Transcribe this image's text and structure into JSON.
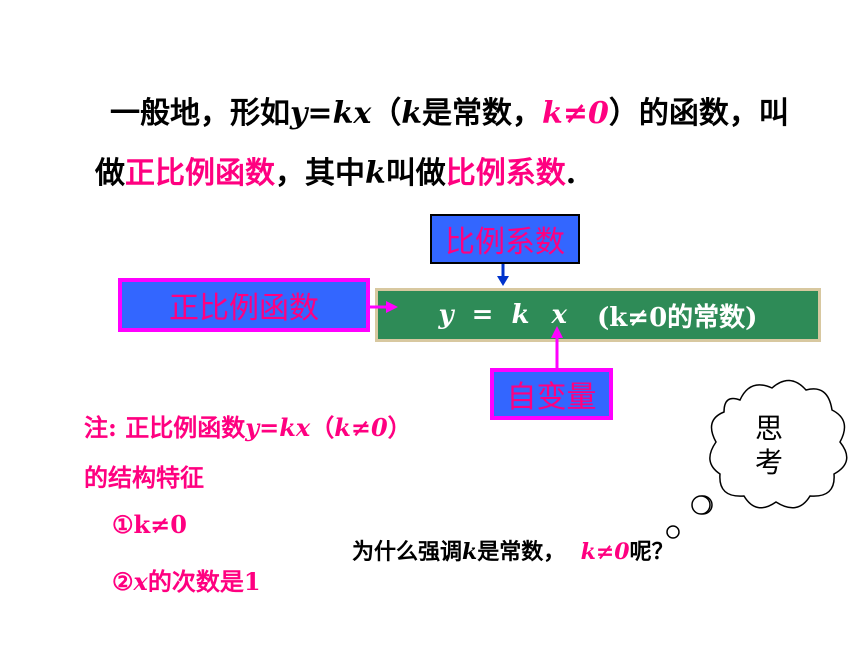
{
  "definition": {
    "line1": {
      "lead": "一般地，形如",
      "formula": "y=kx",
      "paren_open": "（",
      "k": "k",
      "is_constant": "是常数，",
      "condition": "k≠0",
      "paren_close": "）",
      "tail": "的函数，叫"
    },
    "line2": {
      "lead": "做",
      "term1": "正比例函数",
      "mid1": "，其中",
      "k": "k",
      "mid2": "叫做",
      "term2": "比例系数",
      "end": "."
    }
  },
  "diagram": {
    "coefficient_label": "比例系数",
    "function_label": "正比例函数",
    "variable_label": "自变量",
    "formula": {
      "y": "y",
      "eq": "=",
      "k": "k",
      "x": "x",
      "condition": "(k≠0的常数)"
    }
  },
  "note": {
    "title": "注:",
    "text": "正比例函数",
    "formula": "y=kx",
    "paren_open": "（",
    "condition": "k≠0",
    "paren_close": "）",
    "line2": "的结构特征",
    "item1": "①k≠0",
    "item2_prefix": "②",
    "item2_var": "x",
    "item2_suffix": "的次数是1"
  },
  "thought_bubble": {
    "char1": "思",
    "char2": "考"
  },
  "question": {
    "lead": "为什么强调",
    "k": "k",
    "mid": "是常数，",
    "condition": "k≠0",
    "end": "呢？"
  },
  "colors": {
    "accent_pink": "#ff0080",
    "box_blue": "#3366ff",
    "formula_green": "#2e8b57",
    "arrow_blue": "#0033cc",
    "arrow_magenta": "#ff00ff"
  }
}
